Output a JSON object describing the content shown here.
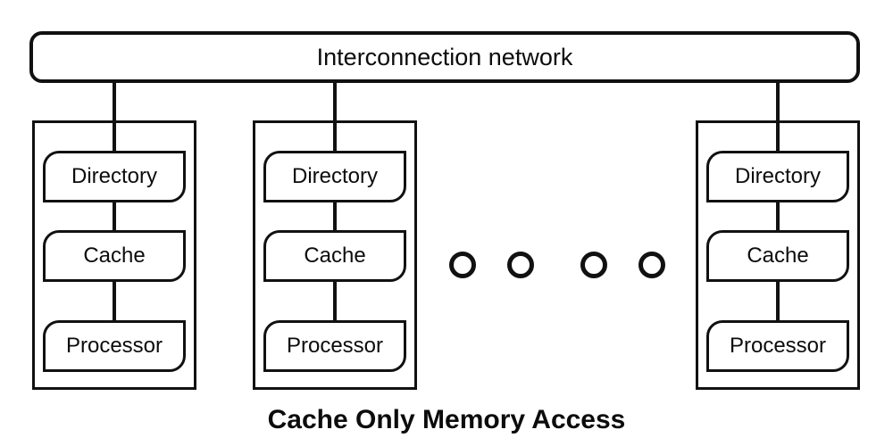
{
  "diagram": {
    "caption": "Cache Only Memory Access",
    "network_label": "Interconnection network",
    "groups": [
      {
        "boxes": [
          "Directory",
          "Cache",
          "Processor"
        ]
      },
      {
        "boxes": [
          "Directory",
          "Cache",
          "Processor"
        ]
      },
      {
        "boxes": [
          "Directory",
          "Cache",
          "Processor"
        ]
      }
    ],
    "ellipsis_dot_count": 4,
    "colors": {
      "line": "#111111",
      "text": "#0c0c0c",
      "background": "#ffffff"
    }
  }
}
